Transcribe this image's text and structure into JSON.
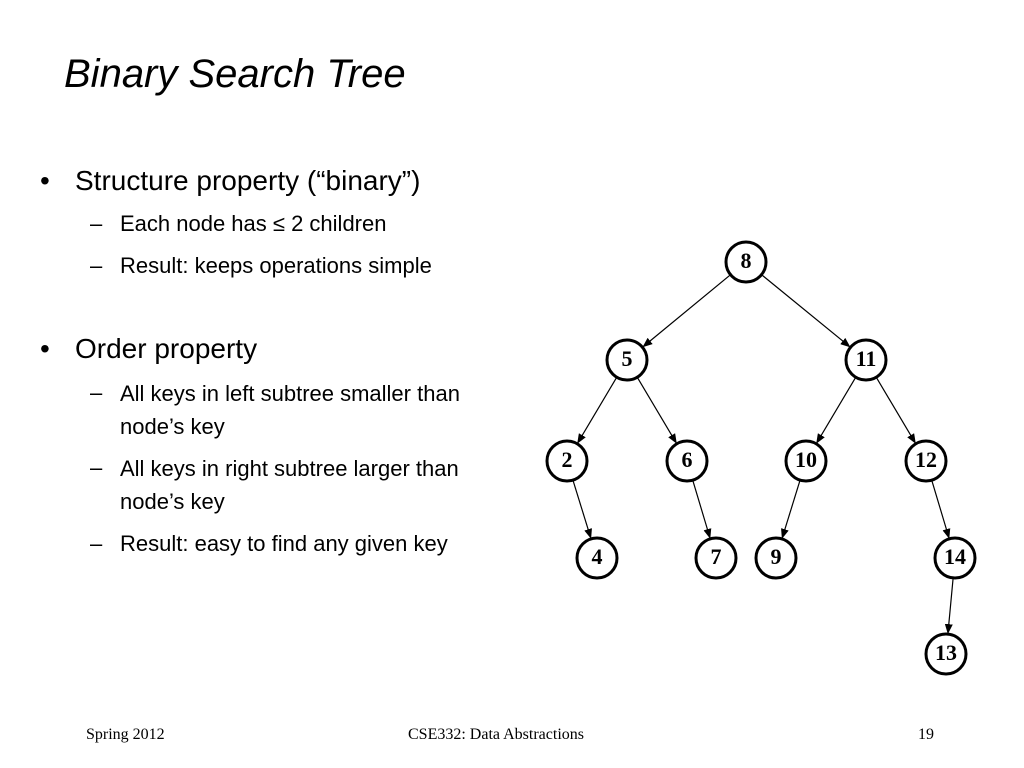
{
  "title": "Binary Search Tree",
  "bullets": [
    {
      "mark": "•",
      "text": "Structure property (“binary”)",
      "subitems": [
        {
          "dash": "–",
          "text": "Each node has ≤ 2 children"
        },
        {
          "dash": "–",
          "text": "Result: keeps operations simple"
        }
      ]
    },
    {
      "mark": "•",
      "text": "Order property",
      "subitems": [
        {
          "dash": "–",
          "text": "All keys in left subtree smaller than node’s key"
        },
        {
          "dash": "–",
          "text": "All keys in right subtree larger than node’s key"
        },
        {
          "dash": "–",
          "text": "Result: easy to find any given key"
        }
      ]
    }
  ],
  "tree": {
    "nodes": [
      {
        "id": "n8",
        "label": "8"
      },
      {
        "id": "n5",
        "label": "5"
      },
      {
        "id": "n11",
        "label": "11"
      },
      {
        "id": "n2",
        "label": "2"
      },
      {
        "id": "n6",
        "label": "6"
      },
      {
        "id": "n10",
        "label": "10"
      },
      {
        "id": "n12",
        "label": "12"
      },
      {
        "id": "n4",
        "label": "4"
      },
      {
        "id": "n7",
        "label": "7"
      },
      {
        "id": "n9",
        "label": "9"
      },
      {
        "id": "n14",
        "label": "14"
      },
      {
        "id": "n13",
        "label": "13"
      }
    ],
    "edges": [
      {
        "from": "n8",
        "to": "n5"
      },
      {
        "from": "n8",
        "to": "n11"
      },
      {
        "from": "n5",
        "to": "n2"
      },
      {
        "from": "n5",
        "to": "n6"
      },
      {
        "from": "n11",
        "to": "n10"
      },
      {
        "from": "n11",
        "to": "n12"
      },
      {
        "from": "n2",
        "to": "n4"
      },
      {
        "from": "n6",
        "to": "n7"
      },
      {
        "from": "n10",
        "to": "n9"
      },
      {
        "from": "n12",
        "to": "n14"
      },
      {
        "from": "n14",
        "to": "n13"
      }
    ]
  },
  "footer": {
    "left": "Spring 2012",
    "center": "CSE332: Data Abstractions",
    "right": "19"
  }
}
